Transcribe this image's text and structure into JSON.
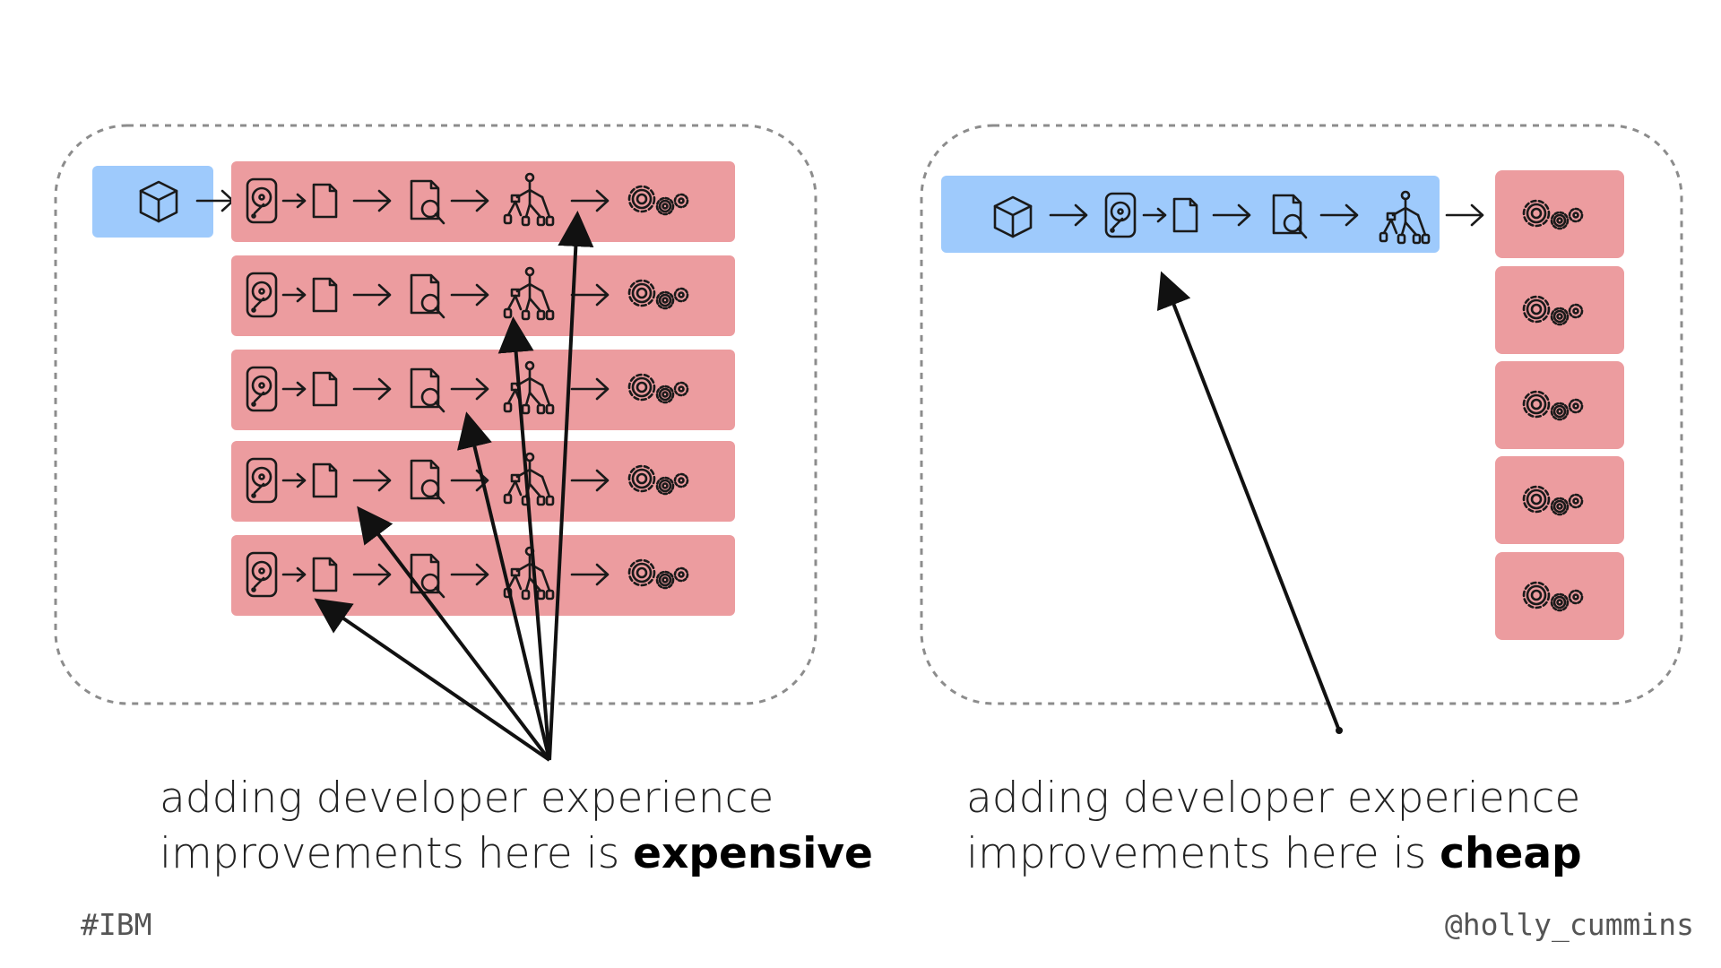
{
  "colors": {
    "blue": "#9ecafc",
    "red": "#ec9c9f",
    "dash": "#8c8c8c",
    "ink": "#1a1a1a"
  },
  "icons": [
    "cube-icon",
    "hard-drive-icon",
    "document-icon",
    "document-search-icon",
    "tree-icon",
    "gears-icon",
    "arrow-right-icon"
  ],
  "left_panel": {
    "row_count": 5,
    "caption_line1": "adding developer experience",
    "caption_line2_prefix": "improvements here is ",
    "caption_emphasis": "expensive"
  },
  "right_panel": {
    "gear_box_count": 5,
    "caption_line1": "adding developer experience",
    "caption_line2_prefix": "improvements here is ",
    "caption_emphasis": "cheap"
  },
  "footer": {
    "left": "#IBM",
    "right": "@holly_cummins"
  }
}
